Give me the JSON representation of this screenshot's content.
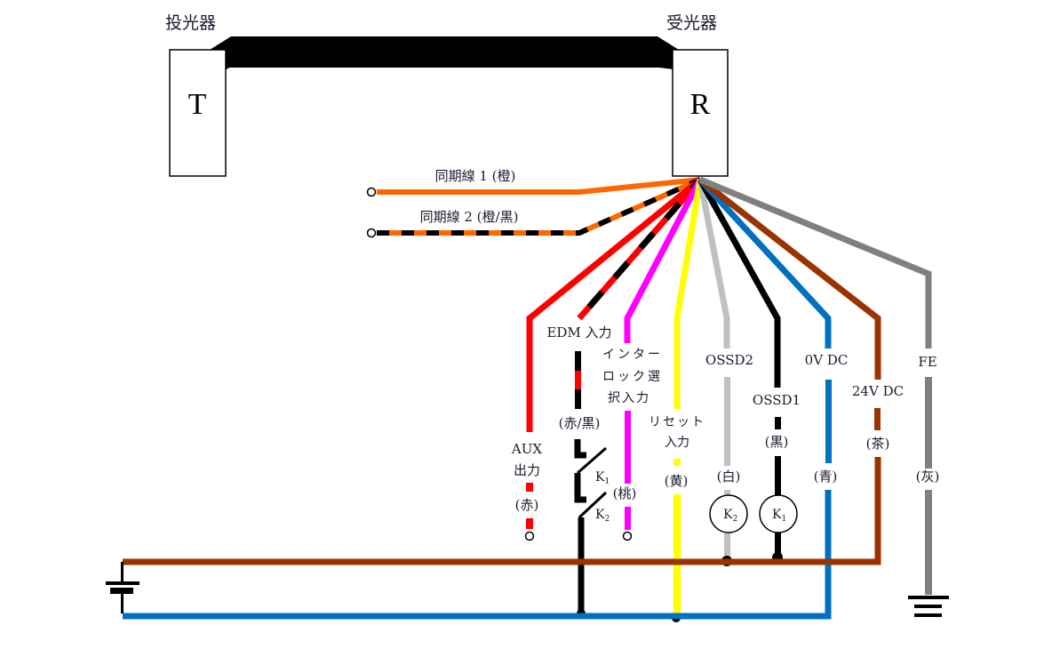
{
  "title": "投光器・受光器 配線図",
  "devices": {
    "emitter": {
      "label": "投光器",
      "letter": "T"
    },
    "receiver": {
      "label": "受光器",
      "letter": "R"
    }
  },
  "colors": {
    "orange": "#ff6600",
    "red": "#ff0000",
    "black": "#000000",
    "magenta": "#ff00ff",
    "yellow": "#ffff00",
    "white_wire": "#c0c0c0",
    "blue": "#0070c0",
    "brown": "#993300",
    "gray": "#808080"
  },
  "sync_wires": [
    {
      "name": "同期線 1 (橙)",
      "color": "orange"
    },
    {
      "name": "同期線 2 (橙/黒)",
      "color": "orange/black"
    }
  ],
  "wires": [
    {
      "id": "aux",
      "label_lines": [
        "AUX",
        "出力"
      ],
      "color_label": "(赤)",
      "color": "red"
    },
    {
      "id": "edm",
      "label_lines": [
        "EDM 入力"
      ],
      "color_label": "(赤/黒)",
      "color": "red/black"
    },
    {
      "id": "interlock",
      "label_lines": [
        "インター",
        "ロック選",
        "択入力"
      ],
      "color_label": "(桃)",
      "color": "magenta"
    },
    {
      "id": "reset",
      "label_lines": [
        "リセット",
        "入力"
      ],
      "color_label": "(黄)",
      "color": "yellow"
    },
    {
      "id": "ossd2",
      "label_lines": [
        "OSSD2"
      ],
      "color_label": "(白)",
      "color": "white"
    },
    {
      "id": "ossd1",
      "label_lines": [
        "OSSD1"
      ],
      "color_label": "(黒)",
      "color": "black"
    },
    {
      "id": "0vdc",
      "label_lines": [
        "0V DC"
      ],
      "color_label": "(青)",
      "color": "blue"
    },
    {
      "id": "24vdc",
      "label_lines": [
        "24V DC"
      ],
      "color_label": "(茶)",
      "color": "brown"
    },
    {
      "id": "fe",
      "label_lines": [
        "FE"
      ],
      "color_label": "(灰)",
      "color": "gray"
    }
  ],
  "contacts": {
    "k1": {
      "main": "K",
      "sub": "1"
    },
    "k2": {
      "main": "K",
      "sub": "2"
    }
  },
  "relay_coils": [
    {
      "main": "K",
      "sub": "2"
    },
    {
      "main": "K",
      "sub": "1"
    }
  ]
}
